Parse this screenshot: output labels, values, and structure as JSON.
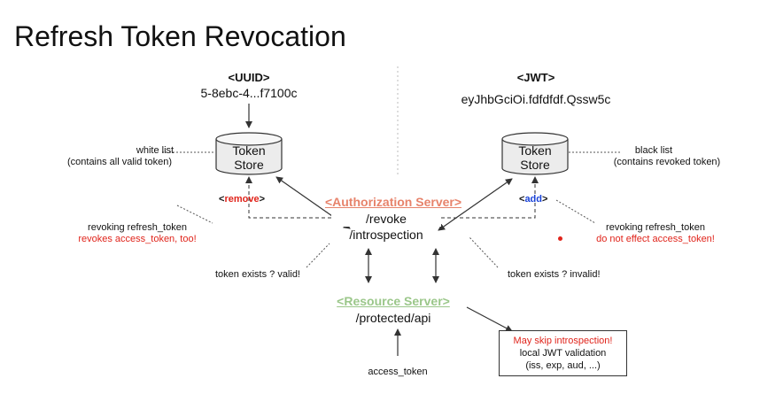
{
  "title": "Refresh Token Revocation",
  "left": {
    "type_label": "<UUID>",
    "token_value": "5-8ebc-4...f7100c",
    "store_label_line1": "Token",
    "store_label_line2": "Store",
    "list_label_line1": "white list",
    "list_label_line2": "(contains all valid token)",
    "op_open": "<",
    "op_word": "remove",
    "op_close": ">",
    "note_line1": "revoking refresh_token",
    "note_line2": "revokes access_token, too!",
    "check_label": "token exists ? valid!"
  },
  "right": {
    "type_label": "<JWT>",
    "token_value": "eyJhbGciOi.fdfdfdf.Qssw5c",
    "store_label_line1": "Token",
    "store_label_line2": "Store",
    "list_label_line1": "black list",
    "list_label_line2": "(contains revoked token)",
    "op_open": "<",
    "op_word": "add",
    "op_close": ">",
    "note_line1": "revoking refresh_token",
    "note_line2": "do not effect access_token!",
    "check_label": "token exists ? invalid!"
  },
  "auth_server": {
    "label": "<Authorization Server>",
    "endpoint1": "/revoke",
    "endpoint2": "/introspection"
  },
  "resource_server": {
    "label": "<Resource Server>",
    "endpoint": "/protected/api",
    "input_label": "access_token"
  },
  "callout": {
    "line1": "May skip introspection!",
    "line2": "local JWT validation",
    "line3": "(iss, exp, aud, ...)"
  },
  "colors": {
    "accent_red": "#e0241b",
    "auth_orange": "#e7836b",
    "resource_green": "#9bc78a",
    "add_blue": "#1a43d8"
  }
}
